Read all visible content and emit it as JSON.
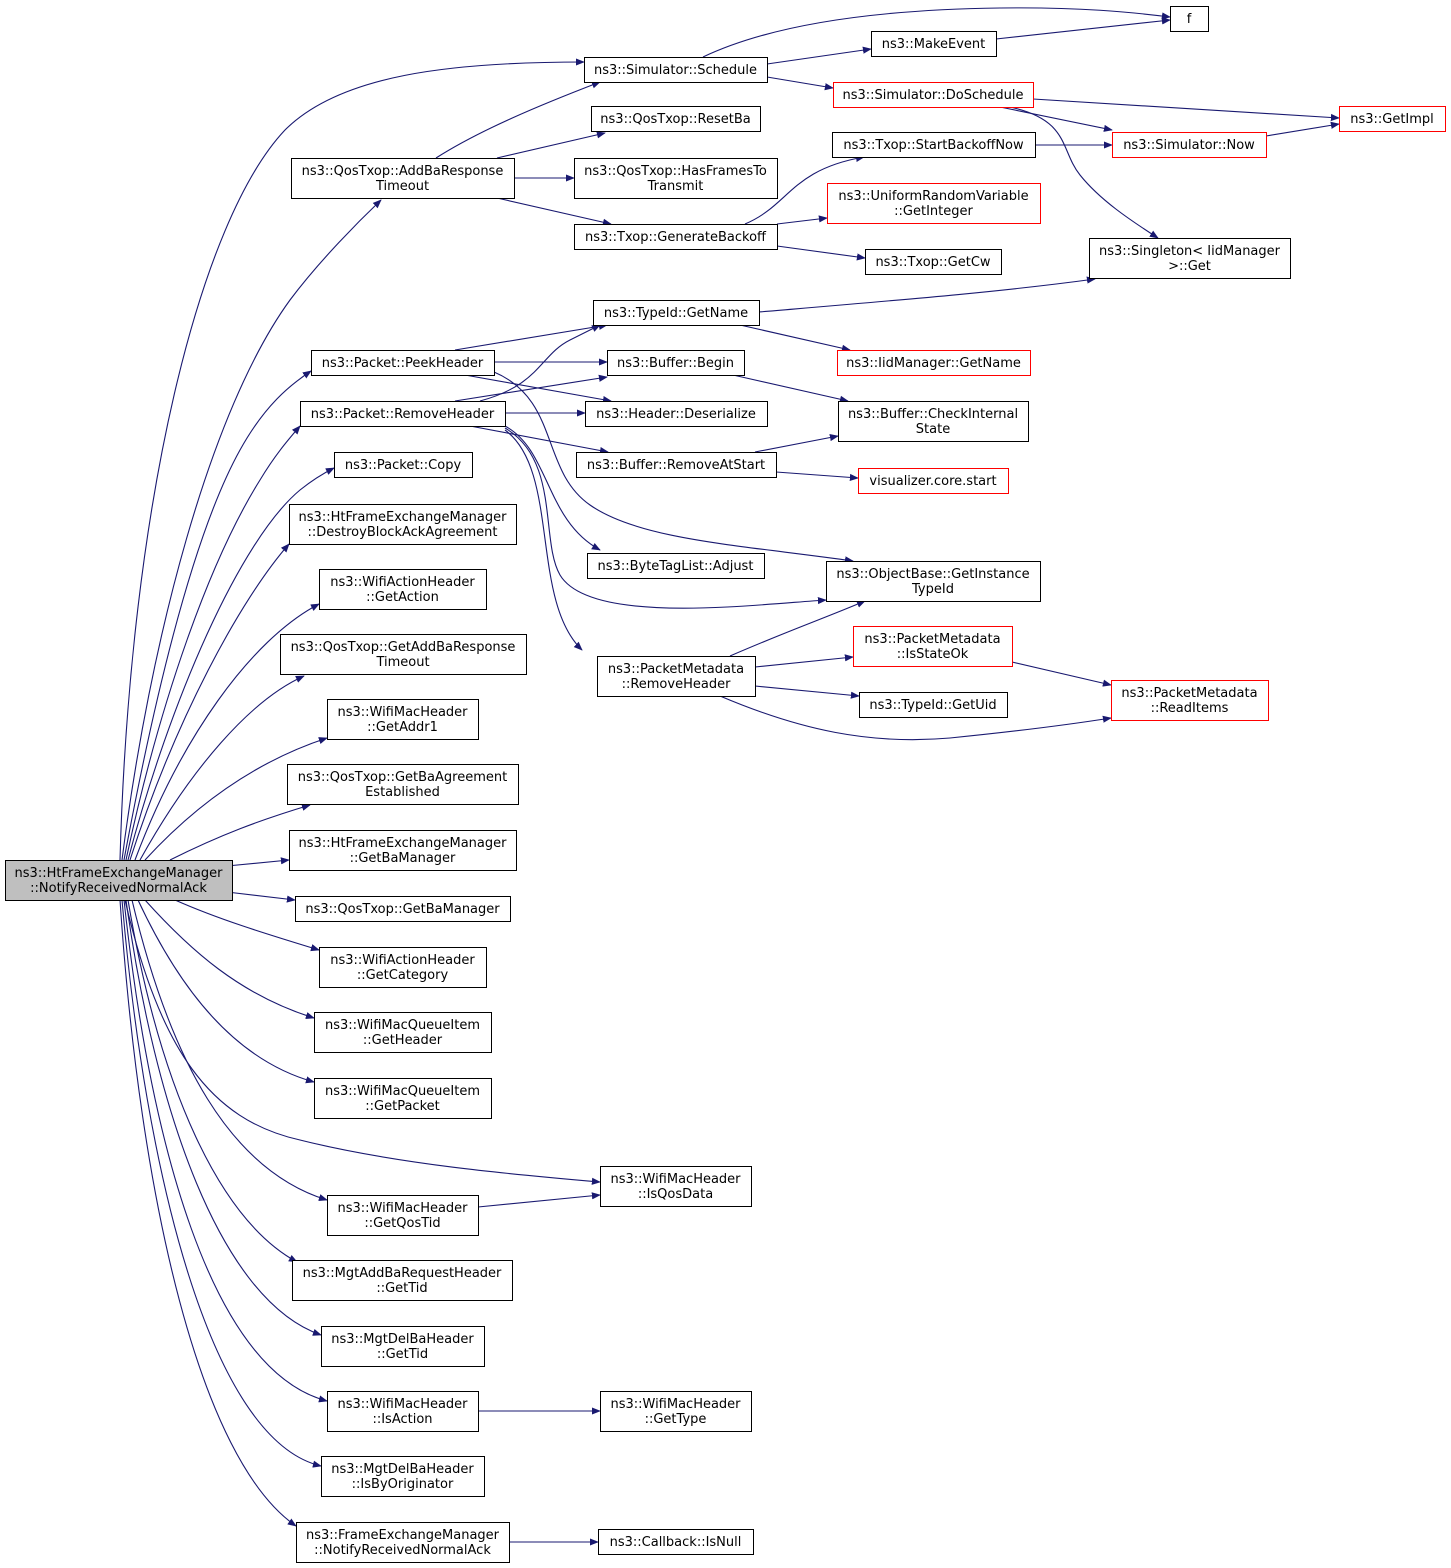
{
  "nodes": {
    "root": {
      "lines": [
        "ns3::HtFrameExchangeManager",
        "::NotifyReceivedNormalAck"
      ]
    },
    "schedule": {
      "lines": [
        "ns3::Simulator::Schedule"
      ]
    },
    "f": {
      "lines": [
        "f"
      ]
    },
    "makeEvent": {
      "lines": [
        "ns3::MakeEvent"
      ]
    },
    "doSchedule": {
      "lines": [
        "ns3::Simulator::DoSchedule"
      ]
    },
    "getImpl": {
      "lines": [
        "ns3::GetImpl"
      ]
    },
    "resetBa": {
      "lines": [
        "ns3::QosTxop::ResetBa"
      ]
    },
    "now": {
      "lines": [
        "ns3::Simulator::Now"
      ]
    },
    "addBaRespTimeout": {
      "lines": [
        "ns3::QosTxop::AddBaResponse",
        "Timeout"
      ]
    },
    "hasFrames": {
      "lines": [
        "ns3::QosTxop::HasFramesTo",
        "Transmit"
      ]
    },
    "startBackoff": {
      "lines": [
        "ns3::Txop::StartBackoffNow"
      ]
    },
    "uniformGetInt": {
      "lines": [
        "ns3::UniformRandomVariable",
        "::GetInteger"
      ]
    },
    "genBackoff": {
      "lines": [
        "ns3::Txop::GenerateBackoff"
      ]
    },
    "singletonGet": {
      "lines": [
        "ns3::Singleton< IidManager",
        ">::Get"
      ]
    },
    "getCw": {
      "lines": [
        "ns3::Txop::GetCw"
      ]
    },
    "typeIdGetName": {
      "lines": [
        "ns3::TypeId::GetName"
      ]
    },
    "peekHeader": {
      "lines": [
        "ns3::Packet::PeekHeader"
      ]
    },
    "bufferBegin": {
      "lines": [
        "ns3::Buffer::Begin"
      ]
    },
    "iidGetName": {
      "lines": [
        "ns3::IidManager::GetName"
      ]
    },
    "removeHeader": {
      "lines": [
        "ns3::Packet::RemoveHeader"
      ]
    },
    "deserialize": {
      "lines": [
        "ns3::Header::Deserialize"
      ]
    },
    "checkInternal": {
      "lines": [
        "ns3::Buffer::CheckInternal",
        "State"
      ]
    },
    "removeAtStart": {
      "lines": [
        "ns3::Buffer::RemoveAtStart"
      ]
    },
    "packetCopy": {
      "lines": [
        "ns3::Packet::Copy"
      ]
    },
    "vizStart": {
      "lines": [
        "visualizer.core.start"
      ]
    },
    "destroyBlockAck": {
      "lines": [
        "ns3::HtFrameExchangeManager",
        "::DestroyBlockAckAgreement"
      ]
    },
    "byteTagAdjust": {
      "lines": [
        "ns3::ByteTagList::Adjust"
      ]
    },
    "getInstanceTypeId": {
      "lines": [
        "ns3::ObjectBase::GetInstance",
        "TypeId"
      ]
    },
    "getAction": {
      "lines": [
        "ns3::WifiActionHeader",
        "::GetAction"
      ]
    },
    "getAddBaRespTimeout": {
      "lines": [
        "ns3::QosTxop::GetAddBaResponse",
        "Timeout"
      ]
    },
    "isStateOk": {
      "lines": [
        "ns3::PacketMetadata",
        "::IsStateOk"
      ]
    },
    "pmRemoveHeader": {
      "lines": [
        "ns3::PacketMetadata",
        "::RemoveHeader"
      ]
    },
    "readItems": {
      "lines": [
        "ns3::PacketMetadata",
        "::ReadItems"
      ]
    },
    "getUid": {
      "lines": [
        "ns3::TypeId::GetUid"
      ]
    },
    "getAddr1": {
      "lines": [
        "ns3::WifiMacHeader",
        "::GetAddr1"
      ]
    },
    "getBaAgreement": {
      "lines": [
        "ns3::QosTxop::GetBaAgreement",
        "Established"
      ]
    },
    "htGetBaManager": {
      "lines": [
        "ns3::HtFrameExchangeManager",
        "::GetBaManager"
      ]
    },
    "qosGetBaManager": {
      "lines": [
        "ns3::QosTxop::GetBaManager"
      ]
    },
    "getCategory": {
      "lines": [
        "ns3::WifiActionHeader",
        "::GetCategory"
      ]
    },
    "getHeader": {
      "lines": [
        "ns3::WifiMacQueueItem",
        "::GetHeader"
      ]
    },
    "getPacket": {
      "lines": [
        "ns3::WifiMacQueueItem",
        "::GetPacket"
      ]
    },
    "isQosData": {
      "lines": [
        "ns3::WifiMacHeader",
        "::IsQosData"
      ]
    },
    "getQosTid": {
      "lines": [
        "ns3::WifiMacHeader",
        "::GetQosTid"
      ]
    },
    "addBaReqGetTid": {
      "lines": [
        "ns3::MgtAddBaRequestHeader",
        "::GetTid"
      ]
    },
    "delBaGetTid": {
      "lines": [
        "ns3::MgtDelBaHeader",
        "::GetTid"
      ]
    },
    "isAction": {
      "lines": [
        "ns3::WifiMacHeader",
        "::IsAction"
      ]
    },
    "getType": {
      "lines": [
        "ns3::WifiMacHeader",
        "::GetType"
      ]
    },
    "isByOriginator": {
      "lines": [
        "ns3::MgtDelBaHeader",
        "::IsByOriginator"
      ]
    },
    "feNotifyNormalAck": {
      "lines": [
        "ns3::FrameExchangeManager",
        "::NotifyReceivedNormalAck"
      ]
    },
    "callbackIsNull": {
      "lines": [
        "ns3::Callback::IsNull"
      ]
    }
  },
  "colors": {
    "edge": "#191970",
    "default_border": "#000000",
    "truncated_border": "#ff0000",
    "root_fill": "#bfbfbf"
  }
}
